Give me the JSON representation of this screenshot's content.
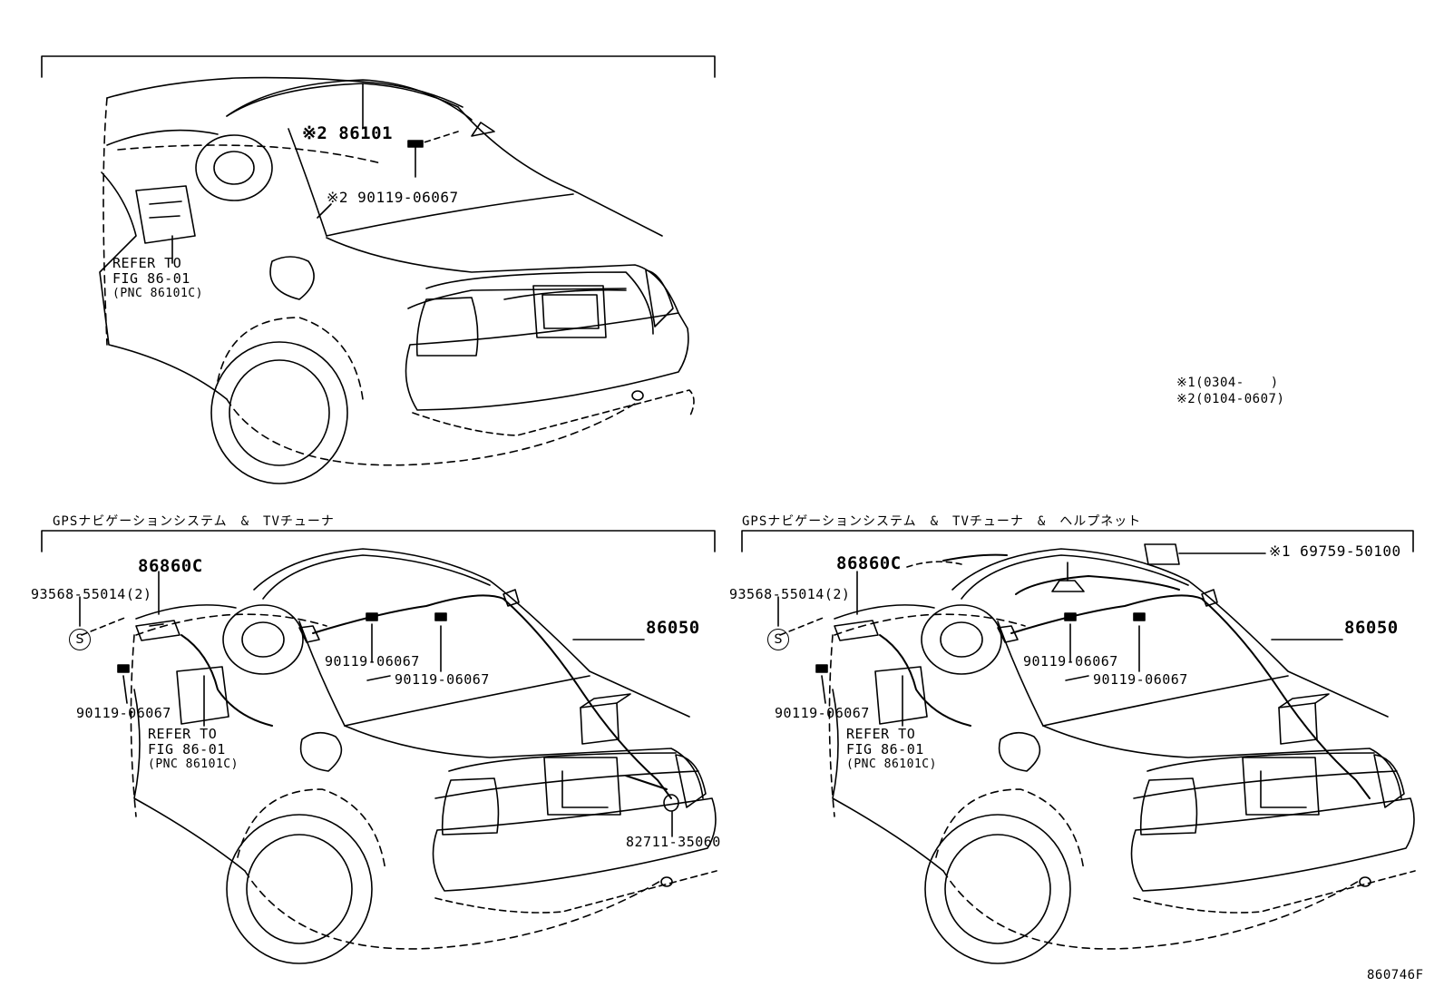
{
  "footnotes": {
    "note1": "※1(0304-　　)",
    "note2": "※2(0104-0607)"
  },
  "figure_code": "860746F",
  "panel_top": {
    "part_antenna": "※2 86101",
    "part_screw": "※2 90119-06067",
    "refer_line1": "REFER TO",
    "refer_line2": "FIG 86-01",
    "refer_line3": "(PNC 86101C)"
  },
  "panel_left": {
    "header": "GPSナビゲーションシステム　&　TVチューナ",
    "part_86860C": "86860C",
    "part_93568": "93568-55014(2)",
    "symbol_s": "S",
    "part_screw_a": "90119-06067",
    "part_screw_b": "90119-06067",
    "part_screw_c": "90119-06067",
    "part_86050": "86050",
    "part_82711": "82711-35060",
    "refer_line1": "REFER TO",
    "refer_line2": "FIG 86-01",
    "refer_line3": "(PNC 86101C)"
  },
  "panel_right": {
    "header": "GPSナビゲーションシステム　&　TVチューナ　&　ヘルプネット",
    "part_69759": "※1 69759-50100",
    "part_86860C": "86860C",
    "part_93568": "93568-55014(2)",
    "symbol_s": "S",
    "part_screw_a": "90119-06067",
    "part_screw_b": "90119-06067",
    "part_screw_c": "90119-06067",
    "part_86050": "86050",
    "refer_line1": "REFER TO",
    "refer_line2": "FIG 86-01",
    "refer_line3": "(PNC 86101C)"
  }
}
